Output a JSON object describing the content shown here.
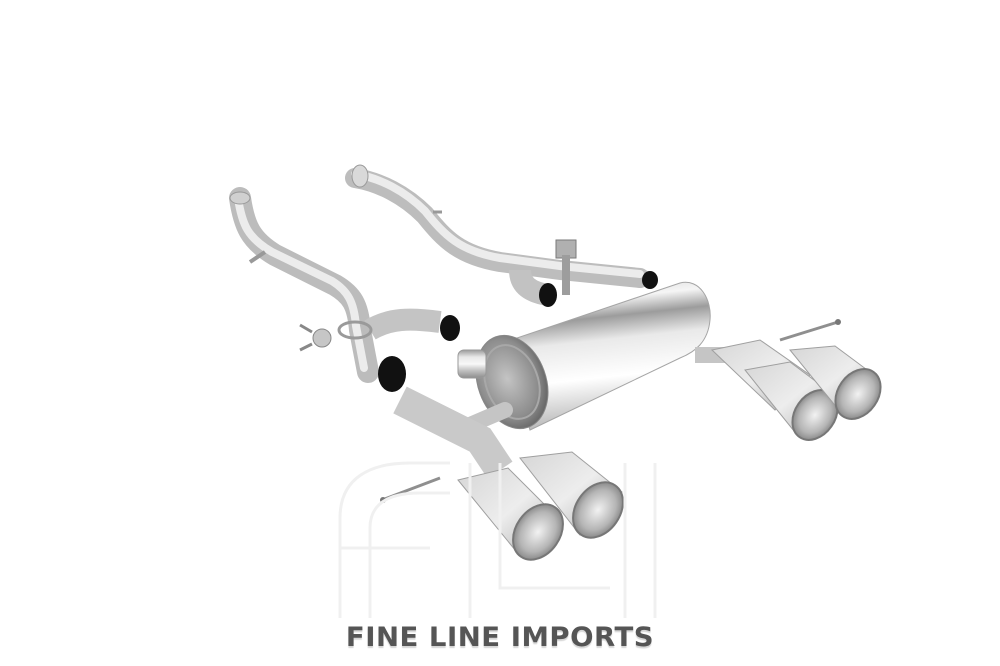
{
  "image": {
    "subject": "stainless steel cat-back exhaust system with rear muffler and quad polished tailpipes",
    "background_color": "#ffffff"
  },
  "watermark": {
    "logo_letters": "fli",
    "opacity_style": "faint outline"
  },
  "brand": {
    "text": "FINE LINE IMPORTS",
    "color": "#555555"
  },
  "palette": {
    "steel_light": "#eeeeee",
    "steel_mid": "#c8c8c8",
    "steel_dark": "#8a8a8a",
    "pipe_interior": "#1a1a1a"
  }
}
